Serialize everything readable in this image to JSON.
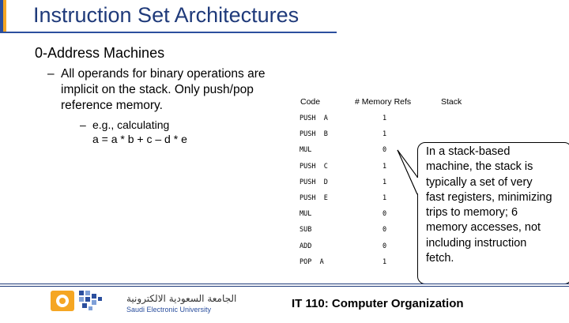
{
  "slide": {
    "title": "Instruction Set Architectures",
    "subtitle": "0-Address Machines",
    "bullet_dash": "–",
    "bullet1": "All operands for binary operations are implicit on the stack. Only push/pop reference memory.",
    "bullet2_line1": "e.g., calculating",
    "bullet2_line2": "a = a * b + c – d * e"
  },
  "table": {
    "headers": [
      "Code",
      "# Memory Refs",
      "Stack"
    ],
    "rows": [
      {
        "code": "PUSH  A",
        "refs": "1"
      },
      {
        "code": "PUSH  B",
        "refs": "1"
      },
      {
        "code": "MUL",
        "refs": "0"
      },
      {
        "code": "PUSH  C",
        "refs": "1"
      },
      {
        "code": "PUSH  D",
        "refs": "1"
      },
      {
        "code": "PUSH  E",
        "refs": "1"
      },
      {
        "code": "MUL",
        "refs": "0"
      },
      {
        "code": "SUB",
        "refs": "0"
      },
      {
        "code": "ADD",
        "refs": "0"
      },
      {
        "code": "POP  A",
        "refs": "1"
      }
    ]
  },
  "callout": {
    "text": "In a stack-based machine, the stack is typically a set of very fast registers, minimizing trips to memory; 6 memory accesses, not including instruction fetch."
  },
  "footer": {
    "course": "IT 110: Computer Organization",
    "logo_text_ar": "الجامعة السعودية الالكترونية",
    "logo_text_en": "Saudi Electronic University"
  },
  "colors": {
    "accent": "#1f3a7a",
    "orange": "#f5a623"
  }
}
